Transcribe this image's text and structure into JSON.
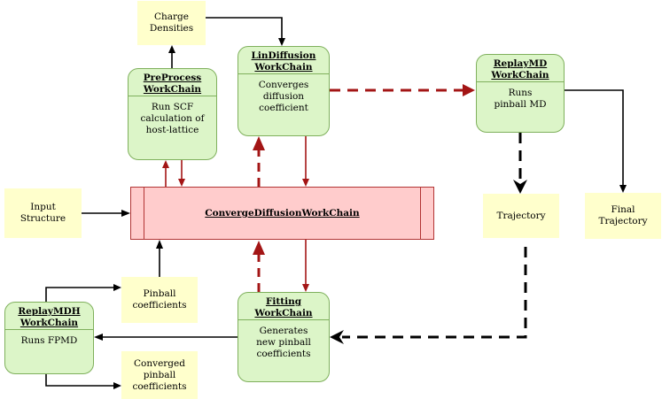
{
  "colors": {
    "note_fill": "#ffffcc",
    "workchain_fill": "#dcf5c8",
    "workchain_border": "#7fb05c",
    "main_fill": "#ffcccc",
    "main_border": "#b23434",
    "red_arrow": "#a31515",
    "black_arrow": "#000000"
  },
  "notes": {
    "charge_densities": [
      "Charge",
      "Densities"
    ],
    "input_structure": [
      "Input",
      "Structure"
    ],
    "trajectory": [
      "Trajectory"
    ],
    "final_trajectory": [
      "Final",
      "Trajectory"
    ],
    "pinball_coefficients": [
      "Pinball",
      "coefficients"
    ],
    "converged_pinball_coefficients": [
      "Converged",
      "pinball",
      "coefficients"
    ]
  },
  "workchains": {
    "preprocess": {
      "title": [
        "PreProcess",
        "WorkChain"
      ],
      "body": [
        "Run SCF",
        "calculation of",
        "host-lattice"
      ]
    },
    "lindiffusion": {
      "title": [
        "LinDiffusion",
        "WorkChain"
      ],
      "body": [
        "Converges",
        "diffusion",
        "coefficient"
      ]
    },
    "replaymd": {
      "title": [
        "ReplayMD",
        "WorkChain"
      ],
      "body": [
        "Runs",
        "pinball MD"
      ]
    },
    "replaymdh": {
      "title": [
        "ReplayMDH",
        "WorkChain"
      ],
      "body": [
        "Runs FPMD"
      ]
    },
    "fitting": {
      "title": [
        "Fitting",
        "WorkChain"
      ],
      "body": [
        "Generates",
        "new pinball",
        "coefficients"
      ]
    }
  },
  "main": {
    "title": "ConvergeDiffusionWorkChain"
  },
  "arrows": [
    {
      "from": "preprocess",
      "to": "charge_densities",
      "style": "solid",
      "color": "black"
    },
    {
      "from": "charge_densities",
      "to": "lindiffusion",
      "style": "solid",
      "color": "black"
    },
    {
      "from": "lindiffusion",
      "to": "replaymd",
      "style": "dashed",
      "color": "red"
    },
    {
      "from": "replaymd",
      "to": "trajectory",
      "style": "dashed",
      "color": "black"
    },
    {
      "from": "replaymd",
      "to": "final_trajectory",
      "style": "solid",
      "color": "black"
    },
    {
      "from": "input_structure",
      "to": "main",
      "style": "solid",
      "color": "black"
    },
    {
      "from": "main",
      "to": "preprocess",
      "style": "solid",
      "color": "red"
    },
    {
      "from": "preprocess",
      "to": "main",
      "style": "solid",
      "color": "red"
    },
    {
      "from": "main",
      "to": "lindiffusion",
      "style": "dashed",
      "color": "red"
    },
    {
      "from": "lindiffusion",
      "to": "main",
      "style": "solid",
      "color": "red"
    },
    {
      "from": "main",
      "to": "fitting",
      "style": "solid",
      "color": "red"
    },
    {
      "from": "fitting",
      "to": "main",
      "style": "dashed",
      "color": "red"
    },
    {
      "from": "pinball_coefficients",
      "to": "main",
      "style": "solid",
      "color": "black"
    },
    {
      "from": "trajectory",
      "to": "fitting",
      "style": "dashed",
      "color": "black"
    },
    {
      "from": "fitting",
      "to": "replaymdh",
      "style": "solid",
      "color": "black"
    },
    {
      "from": "replaymdh",
      "to": "pinball_coefficients",
      "style": "solid",
      "color": "black"
    },
    {
      "from": "replaymdh",
      "to": "converged_pinball_coefficients",
      "style": "solid",
      "color": "black"
    }
  ]
}
